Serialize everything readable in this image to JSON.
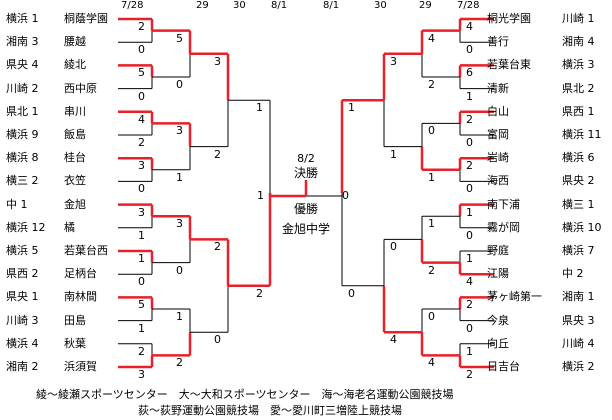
{
  "dates_left": [
    "7/28",
    "29",
    "30",
    "8/1"
  ],
  "dates_right": [
    "8/1",
    "30",
    "29",
    "7/28"
  ],
  "final": {
    "date": "8/2",
    "label": "決勝",
    "winner_label": "優勝",
    "winner": "金旭中学",
    "left_score": "1",
    "right_score": "0"
  },
  "left_teams": [
    {
      "region": "横浜 1",
      "name": "桐蔭学園"
    },
    {
      "region": "湘南 3",
      "name": "腰越"
    },
    {
      "region": "県央 4",
      "name": "綾北"
    },
    {
      "region": "川崎 2",
      "name": "西中原"
    },
    {
      "region": "県北 1",
      "name": "串川"
    },
    {
      "region": "横浜 9",
      "name": "飯島"
    },
    {
      "region": "横浜 8",
      "name": "桂台"
    },
    {
      "region": "横三 2",
      "name": "衣笠"
    },
    {
      "region": "中 1",
      "name": "金旭"
    },
    {
      "region": "横浜 12",
      "name": "橘"
    },
    {
      "region": "横浜 5",
      "name": "若葉台西"
    },
    {
      "region": "県西 2",
      "name": "足柄台"
    },
    {
      "region": "県央 1",
      "name": "南林間"
    },
    {
      "region": "川崎 3",
      "name": "田島"
    },
    {
      "region": "横浜 4",
      "name": "秋葉"
    },
    {
      "region": "湘南 2",
      "name": "浜須賀"
    }
  ],
  "right_teams": [
    {
      "name": "桐光学園",
      "region": "川崎 1"
    },
    {
      "name": "善行",
      "region": "湘南 4"
    },
    {
      "name": "若葉台東",
      "region": "横浜 3"
    },
    {
      "name": "清新",
      "region": "県北 2"
    },
    {
      "name": "白山",
      "region": "県西 1"
    },
    {
      "name": "富岡",
      "region": "横浜 11"
    },
    {
      "name": "岩崎",
      "region": "横浜 6"
    },
    {
      "name": "海西",
      "region": "県央 2"
    },
    {
      "name": "南下浦",
      "region": "横三 1"
    },
    {
      "name": "霧が岡",
      "region": "横浜 10"
    },
    {
      "name": "野庭",
      "region": "横浜 7"
    },
    {
      "name": "江陽",
      "region": "中 2"
    },
    {
      "name": "茅ヶ崎第一",
      "region": "湘南 1"
    },
    {
      "name": "今泉",
      "region": "県央 3"
    },
    {
      "name": "向丘",
      "region": "川崎 4"
    },
    {
      "name": "日吉台",
      "region": "横浜 2"
    }
  ],
  "left_r1_scores": [
    "2",
    "0",
    "5",
    "0",
    "4",
    "2",
    "3",
    "0",
    "3",
    "1",
    "1",
    "0",
    "5",
    "1",
    "2",
    "3"
  ],
  "left_r2_scores": [
    "5",
    "0",
    "3",
    "1",
    "3",
    "0",
    "1",
    "2"
  ],
  "left_r3_scores": [
    "3",
    "2",
    "2",
    "0"
  ],
  "left_r4_scores": [
    "1",
    "2"
  ],
  "right_r1_scores": [
    "4",
    "0",
    "6",
    "1",
    "2",
    "0",
    "2",
    "0",
    "1",
    "0",
    "1",
    "4",
    "2",
    "0",
    "1",
    "2"
  ],
  "right_r2_scores": [
    "4",
    "2",
    "0",
    "1",
    "1",
    "2",
    "0",
    "4"
  ],
  "right_r3_scores": [
    "3",
    "1",
    "0",
    "4"
  ],
  "right_r4_scores": [
    "1",
    "0"
  ],
  "footer": [
    "綾～綾瀬スポーツセンター　大～大和スポーツセンター　海～海老名運動公園競技場",
    "荻～荻野運動公園競技場　愛～愛川町三増陸上競技場"
  ],
  "colors": {
    "win": "#e8202a",
    "line": "#000000"
  }
}
